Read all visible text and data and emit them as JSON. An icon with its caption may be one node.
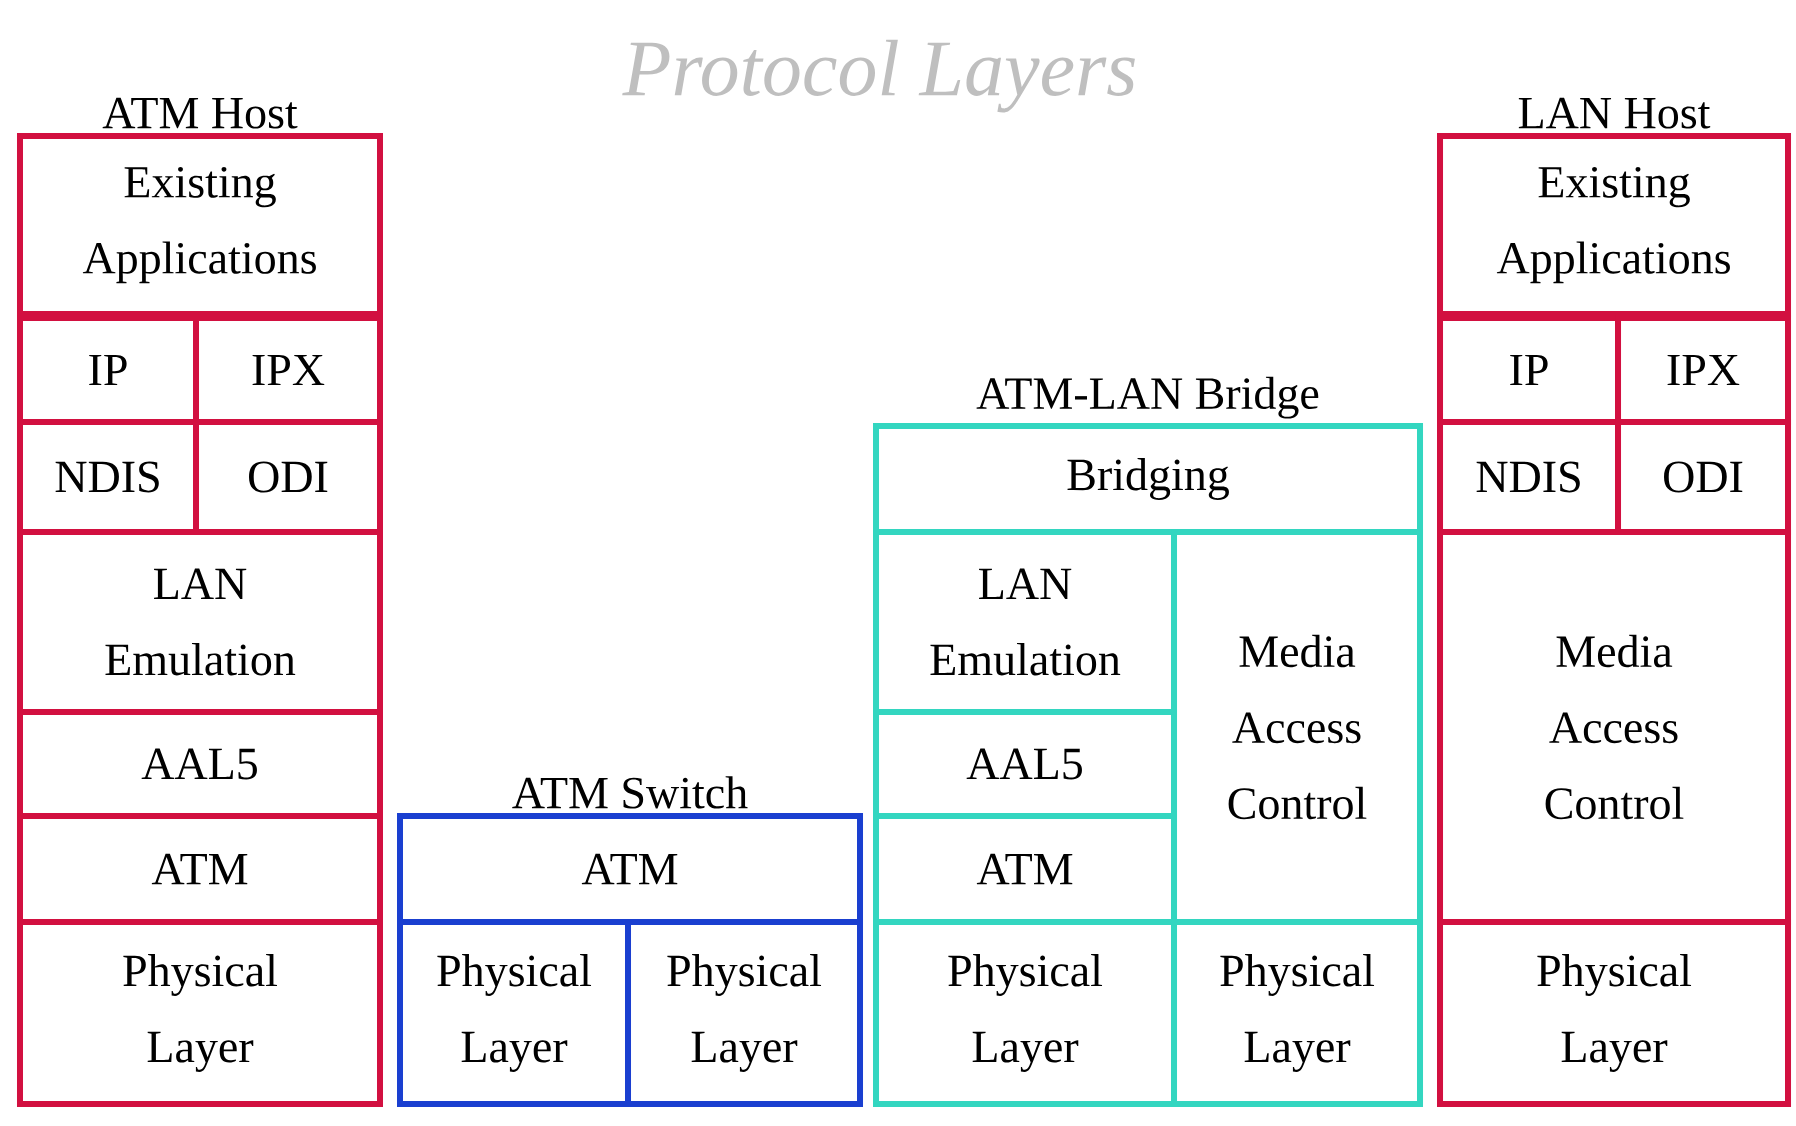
{
  "diagram": {
    "title": "Protocol Layers",
    "nodes": [
      {
        "text": [
          "ATM Host"
        ]
      },
      {
        "text": [
          "Existing Applications"
        ],
        "in": 0
      },
      {
        "text": [
          "IP"
        ],
        "in": 0
      },
      {
        "text": [
          "IPX"
        ],
        "in": 0
      },
      {
        "text": [
          "NDIS"
        ],
        "in": 0
      },
      {
        "text": [
          "ODI"
        ],
        "in": 0
      },
      {
        "text": [
          "LAN Emulation"
        ],
        "in": 0
      },
      {
        "text": [
          "AAL5"
        ],
        "in": 0
      },
      {
        "text": [
          "ATM"
        ],
        "in": 0
      },
      {
        "text": [
          "Physical Layer"
        ],
        "in": 0
      },
      {
        "text": [
          "ATM Switch"
        ]
      },
      {
        "text": [
          "ATM"
        ],
        "in": 10
      },
      {
        "text": [
          "Physical Layer"
        ],
        "in": 10
      },
      {
        "text": [
          "Physical Layer"
        ],
        "in": 10
      },
      {
        "text": [
          "ATM-LAN Bridge"
        ]
      },
      {
        "text": [
          "Bridging"
        ],
        "in": 14
      },
      {
        "text": [
          "LAN Emulation"
        ],
        "in": 14
      },
      {
        "text": [
          "Media Access Control"
        ],
        "in": 14
      },
      {
        "text": [
          "AAL5"
        ],
        "in": 14
      },
      {
        "text": [
          "ATM"
        ],
        "in": 14
      },
      {
        "text": [
          "Physical Layer"
        ],
        "in": 14
      },
      {
        "text": [
          "Physical Layer"
        ],
        "in": 14
      },
      {
        "text": [
          "LAN Host"
        ]
      },
      {
        "text": [
          "Existing Applications"
        ],
        "in": 22
      },
      {
        "text": [
          "IP"
        ],
        "in": 22
      },
      {
        "text": [
          "IPX"
        ],
        "in": 22
      },
      {
        "text": [
          "NDIS"
        ],
        "in": 22
      },
      {
        "text": [
          "ODI"
        ],
        "in": 22
      },
      {
        "text": [
          "Media Access Control"
        ],
        "in": 22
      },
      {
        "text": [
          "Physical Layer"
        ],
        "in": 22
      }
    ]
  }
}
